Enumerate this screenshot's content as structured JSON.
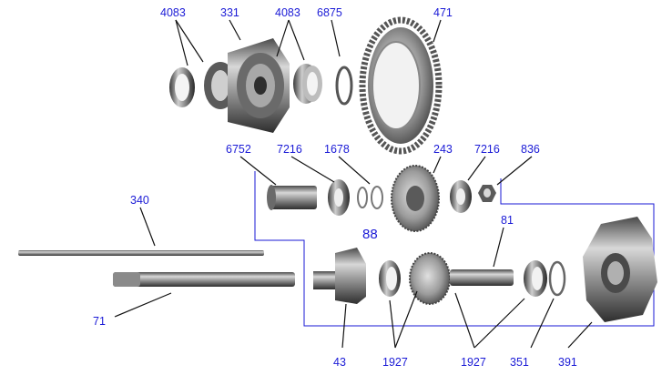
{
  "callouts": {
    "c4083a": "4083",
    "c331": "331",
    "c4083b": "4083",
    "c6875": "6875",
    "c471": "471",
    "c6752": "6752",
    "c7216a": "7216",
    "c1678": "1678",
    "c243": "243",
    "c7216b": "7216",
    "c836": "836",
    "c340": "340",
    "c81": "81",
    "c88": "88",
    "c71": "71",
    "c43": "43",
    "c1927a": "1927",
    "c1927b": "1927",
    "c351": "351",
    "c391": "391"
  },
  "colors": {
    "callout_text": "#1a1ad6",
    "frame_line": "#1a1ad6",
    "leader_line": "#111111",
    "metal_dark": "#3a3a3a",
    "metal_mid": "#8a8a8a",
    "metal_light": "#d6d6d6"
  }
}
